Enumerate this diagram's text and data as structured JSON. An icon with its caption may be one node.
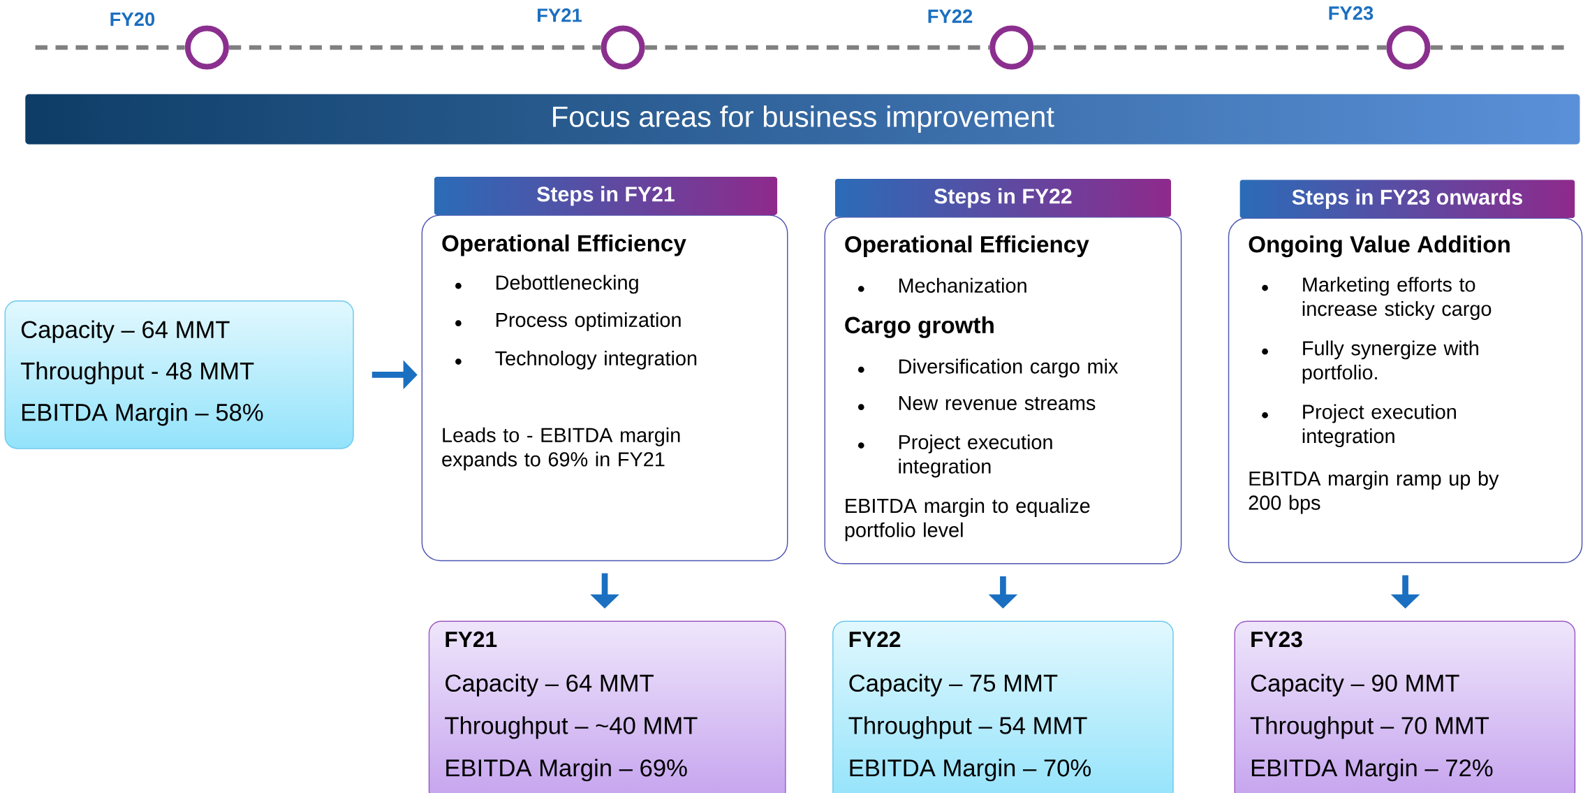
{
  "diagram": {
    "nodes": [
      {
        "text": [
          "FY20"
        ]
      },
      {
        "text": [
          "FY21"
        ]
      },
      {
        "text": [
          "FY22"
        ]
      },
      {
        "text": [
          "FY23"
        ]
      },
      {
        "text": [
          "Focus areas for business improvement"
        ]
      },
      {
        "text": [
          "Capacity – 64 MMT",
          "Throughput - 48 MMT",
          "EBITDA Margin – 58%"
        ]
      },
      {
        "text": [
          "Steps in FY21",
          "Operational Efficiency",
          "Debottlenecking",
          "Process optimization",
          "Technology integration",
          "Leads to - EBITDA margin expands to 69% in FY21"
        ]
      },
      {
        "text": [
          "Steps in FY22",
          "Operational Efficiency",
          "Mechanization",
          "Cargo growth",
          "Diversification cargo mix",
          "New revenue streams",
          "Project execution integration",
          "EBITDA margin to equalize portfolio level"
        ]
      },
      {
        "text": [
          "Steps in FY23 onwards",
          "Ongoing Value Addition",
          "Marketing efforts to increase sticky cargo",
          "Fully synergize with portfolio.",
          "Project execution integration",
          "EBITDA margin ramp up by 200 bps"
        ]
      },
      {
        "text": [
          "FY21",
          "Capacity – 64 MMT",
          "Throughput – ~40 MMT",
          "EBITDA Margin – 69%"
        ]
      },
      {
        "text": [
          "FY22",
          "Capacity – 75 MMT",
          "Throughput – 54 MMT",
          "EBITDA Margin – 70%"
        ]
      },
      {
        "text": [
          "FY23",
          "Capacity – 90 MMT",
          "Throughput – 70 MMT",
          "EBITDA Margin – 72%"
        ]
      }
    ],
    "edges": [
      {
        "from": 0,
        "to": 1,
        "arrow": "none",
        "style": "dashed",
        "color": "#808080"
      },
      {
        "from": 1,
        "to": 2,
        "arrow": "none",
        "style": "dashed",
        "color": "#808080"
      },
      {
        "from": 2,
        "to": 3,
        "arrow": "none",
        "style": "dashed",
        "color": "#808080"
      },
      {
        "from": 5,
        "to": 6,
        "arrow": "to"
      },
      {
        "from": 6,
        "to": 9,
        "arrow": "to"
      },
      {
        "from": 7,
        "to": 10,
        "arrow": "to"
      },
      {
        "from": 8,
        "to": 11,
        "arrow": "to"
      }
    ]
  }
}
